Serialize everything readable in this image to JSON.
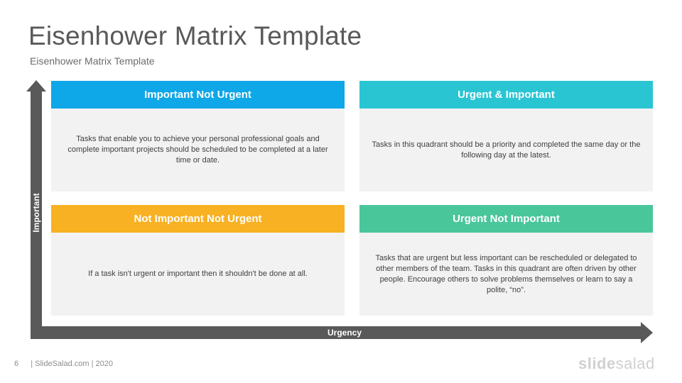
{
  "slide": {
    "title": "Eisenhower Matrix Template",
    "subtitle": "Eisenhower Matrix Template"
  },
  "axes": {
    "y_label": "Important",
    "x_label": "Urgency",
    "color": "#595959"
  },
  "quadrants": [
    {
      "title": "Important Not Urgent",
      "text": "Tasks that enable you to achieve your personal professional goals and complete important projects should be scheduled to be completed at a later time or date.",
      "color": "#0ea7e7"
    },
    {
      "title": "Urgent & Important",
      "text": "Tasks in this quadrant should be a priority and completed the same day or the following day at the latest.",
      "color": "#29c5d3"
    },
    {
      "title": "Not Important Not Urgent",
      "text": "If a task isn't urgent or important then it shouldn't be done at all.",
      "color": "#f8b122"
    },
    {
      "title": "Urgent Not Important",
      "text": "Tasks that are urgent but less important can be rescheduled or delegated to other members of the team. Tasks in this quadrant are often driven by other people. Encourage others to solve problems themselves or learn to say a polite, “no”.",
      "color": "#4ac69b"
    }
  ],
  "footer": {
    "page_number": "6",
    "credit": "| SlideSalad.com | 2020",
    "brand_part1": "slide",
    "brand_part2": "salad"
  }
}
